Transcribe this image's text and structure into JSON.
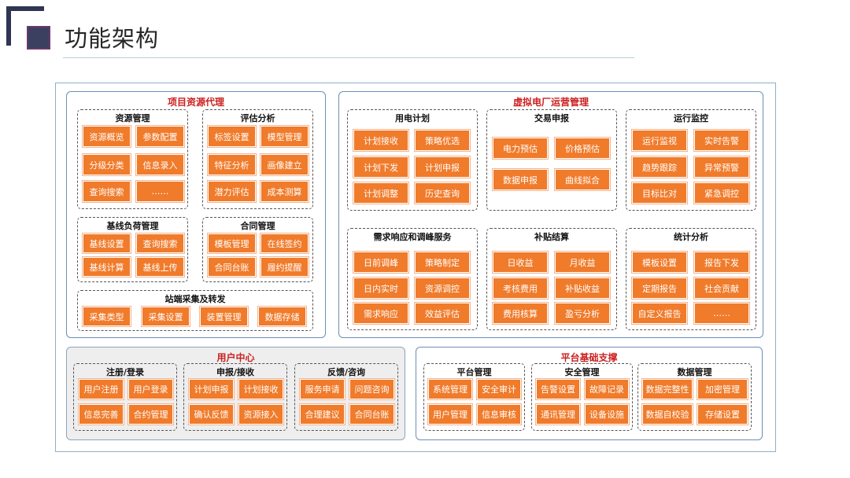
{
  "page": {
    "title": "功能架构"
  },
  "sections": {
    "project": {
      "title": "项目资源代理",
      "groups": {
        "resource": {
          "title": "资源管理",
          "items": [
            "资源概览",
            "参数配置",
            "分级分类",
            "信息录入",
            "查询搜索",
            "……"
          ]
        },
        "assess": {
          "title": "评估分析",
          "items": [
            "标签设置",
            "模型管理",
            "特征分析",
            "画像建立",
            "潜力评估",
            "成本测算"
          ]
        },
        "baseline": {
          "title": "基线负荷管理",
          "items": [
            "基线设置",
            "查询搜索",
            "基线计算",
            "基线上传"
          ]
        },
        "contract": {
          "title": "合同管理",
          "items": [
            "模板管理",
            "在线签约",
            "合同台账",
            "履约提醒"
          ]
        },
        "station": {
          "title": "站端采集及转发",
          "items": [
            "采集类型",
            "采集设置",
            "装置管理",
            "数据存储"
          ]
        }
      }
    },
    "vpp": {
      "title": "虚拟电厂运营管理",
      "groups": {
        "plan": {
          "title": "用电计划",
          "items": [
            "计划接收",
            "策略优选",
            "计划下发",
            "计划申报",
            "计划调整",
            "历史查询"
          ]
        },
        "trade": {
          "title": "交易申报",
          "items": [
            "电力预估",
            "价格预估",
            "数据申报",
            "曲线拟合"
          ]
        },
        "monitor": {
          "title": "运行监控",
          "items": [
            "运行监视",
            "实时告警",
            "趋势跟踪",
            "异常预警",
            "目标比对",
            "紧急调控"
          ]
        },
        "demand": {
          "title": "需求响应和调峰服务",
          "items": [
            "日前调峰",
            "策略制定",
            "日内实时",
            "资源调控",
            "需求响应",
            "效益评估"
          ]
        },
        "subsidy": {
          "title": "补贴结算",
          "items": [
            "日收益",
            "月收益",
            "考核费用",
            "补贴收益",
            "费用核算",
            "盈亏分析"
          ]
        },
        "stats": {
          "title": "统计分析",
          "items": [
            "模板设置",
            "报告下发",
            "定期报告",
            "社会贡献",
            "自定义报告",
            "……"
          ]
        }
      }
    },
    "user": {
      "title": "用户中心",
      "groups": {
        "login": {
          "title": "注册/登录",
          "items": [
            "用户注册",
            "用户登录",
            "信息完善",
            "合约管理"
          ]
        },
        "apply": {
          "title": "申报/接收",
          "items": [
            "计划申报",
            "计划接收",
            "确认反馈",
            "资源接入"
          ]
        },
        "feedback": {
          "title": "反馈/咨询",
          "items": [
            "服务申请",
            "问题咨询",
            "合理建议",
            "合同台账"
          ]
        }
      }
    },
    "platform": {
      "title": "平台基础支撑",
      "groups": {
        "pm": {
          "title": "平台管理",
          "items": [
            "系统管理",
            "安全审计",
            "用户管理",
            "信息审核"
          ]
        },
        "security": {
          "title": "安全管理",
          "items": [
            "告警设置",
            "故障记录",
            "通讯管理",
            "设备设施"
          ]
        },
        "data": {
          "title": "数据管理",
          "items": [
            "数据完整性",
            "加密管理",
            "数据自校验",
            "存储设置"
          ]
        }
      }
    }
  }
}
